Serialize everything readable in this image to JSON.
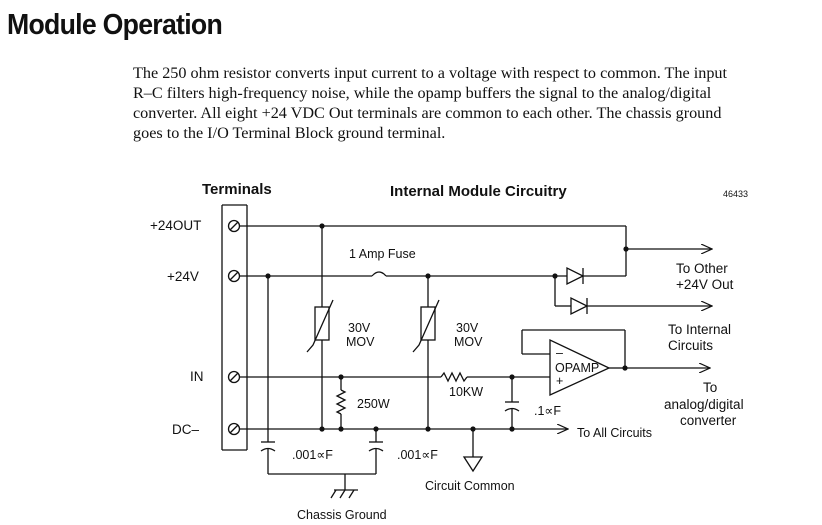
{
  "header": {
    "title": "Module Operation"
  },
  "description": {
    "lines": [
      "The 250 ohm resistor converts input current to a voltage with respect to common. The input",
      "R–C filters high-frequency noise, while the opamp buffers the signal to the analog/digital",
      "converter. All eight +24 VDC Out terminals are common to each other. The chassis ground",
      "goes to the I/O Terminal Block ground terminal."
    ]
  },
  "diagram": {
    "heading_terminals": "Terminals",
    "heading_internal": "Internal Module Circuitry",
    "figure_number": "46433",
    "terminals": [
      "+24OUT",
      "+24V",
      "IN",
      "DC–"
    ],
    "fuse_label": "1 Amp Fuse",
    "mov_left": [
      "30V",
      "MOV"
    ],
    "mov_right": [
      "30V",
      "MOV"
    ],
    "resistor_250": "250W",
    "resistor_10k": "10KW",
    "cap_right": ".1∝F",
    "cap_chassis_left": ".001∝F",
    "cap_chassis_right": ".001∝F",
    "opamp_label": "OPAMP",
    "opamp_minus": "–",
    "opamp_plus": "+",
    "out_other_24v": [
      "To Other",
      "+24V Out"
    ],
    "out_internal": [
      "To Internal",
      "Circuits"
    ],
    "out_adc": [
      "To",
      "analog/digital",
      "converter"
    ],
    "out_all_circuits": "To All Circuits",
    "circuit_common": "Circuit Common",
    "chassis_ground": "Chassis Ground"
  }
}
